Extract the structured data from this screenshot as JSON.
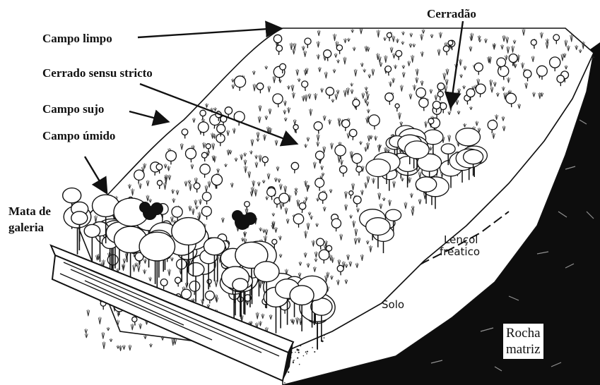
{
  "labels": {
    "campo_limpo": "Campo limpo",
    "cerradao": "Cerradão",
    "cerrado_sensu_stricto": "Cerrado sensu stricto",
    "campo_sujo": "Campo sujo",
    "campo_umido": "Campo úmido",
    "mata_de_galeria_line1": "Mata de",
    "mata_de_galeria_line2": "galeria",
    "lencol_line1": "Lençol",
    "lencol_line2": "freatico",
    "solo": "Solo",
    "rocha_line1": "Rocha",
    "rocha_line2": "matriz"
  },
  "colors": {
    "ink": "#111111",
    "paper": "#ffffff",
    "soil_dots": "#222222",
    "rock": "#0d0d0d"
  }
}
